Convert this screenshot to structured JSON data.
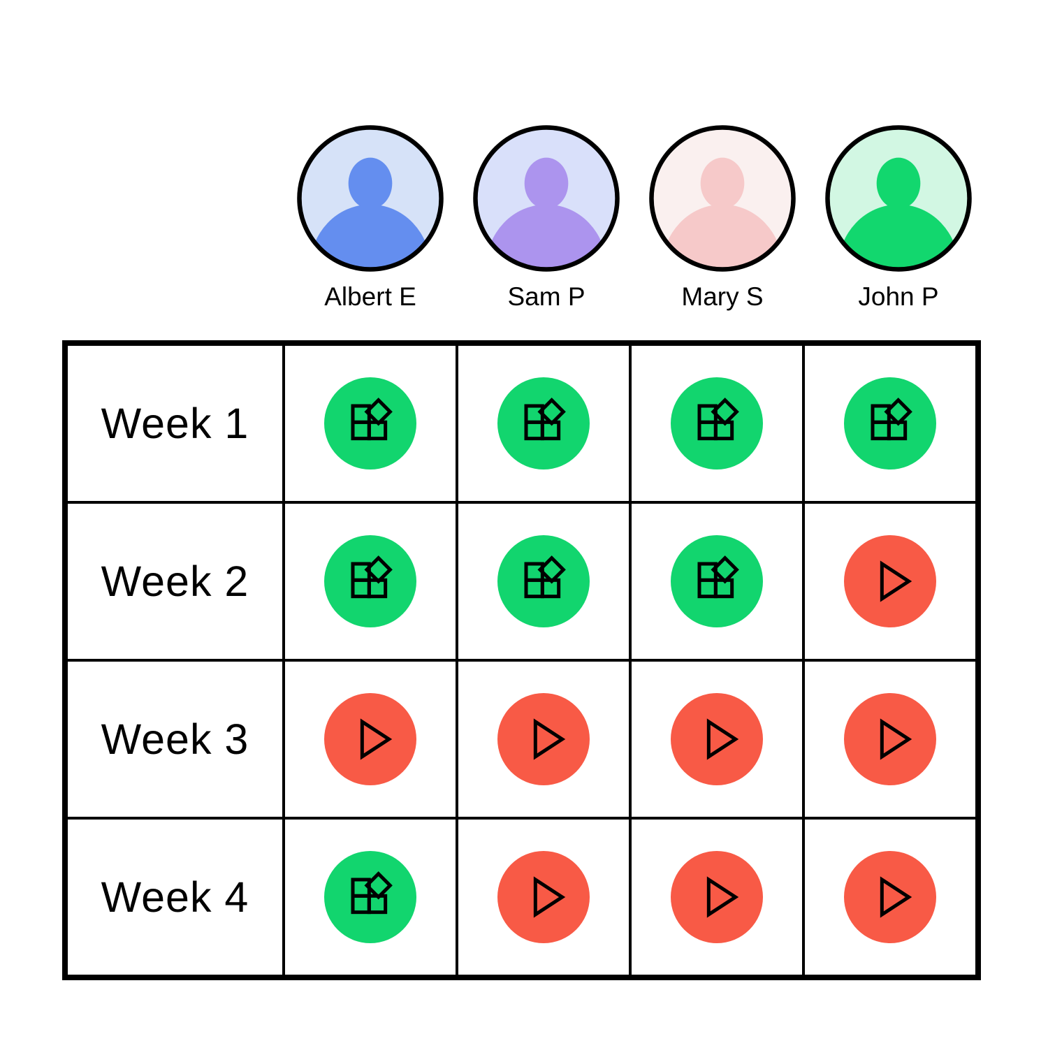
{
  "people": [
    {
      "name": "Albert E",
      "bg": "#d6e2f8",
      "fg": "#648eef"
    },
    {
      "name": "Sam P",
      "bg": "#d9e0fa",
      "fg": "#ac94ee"
    },
    {
      "name": "Mary S",
      "bg": "#faf0ef",
      "fg": "#f6c9c9"
    },
    {
      "name": "John P",
      "bg": "#d2f7e3",
      "fg": "#12d76e"
    }
  ],
  "weeks": [
    "Week 1",
    "Week 2",
    "Week 3",
    "Week 4"
  ],
  "statuses": {
    "done": {
      "color": "#12d56e",
      "icon": "blocks-icon"
    },
    "pending": {
      "color": "#f85a46",
      "icon": "play-icon"
    }
  },
  "grid": [
    [
      "done",
      "done",
      "done",
      "done"
    ],
    [
      "done",
      "done",
      "done",
      "pending"
    ],
    [
      "pending",
      "pending",
      "pending",
      "pending"
    ],
    [
      "done",
      "pending",
      "pending",
      "pending"
    ]
  ]
}
